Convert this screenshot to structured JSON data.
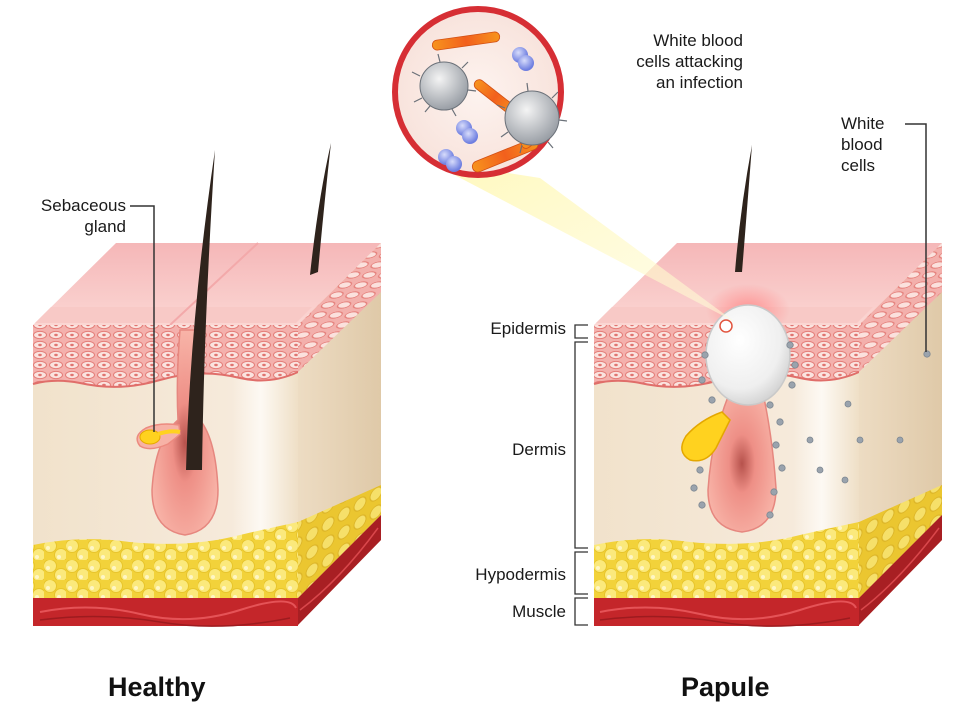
{
  "labels": {
    "sebaceous_gland": "Sebaceous\ngland",
    "wbc_attacking": "White blood\ncells attacking\nan infection",
    "white_blood_cells": "White\nblood\ncells",
    "epidermis": "Epidermis",
    "dermis": "Dermis",
    "hypodermis": "Hypodermis",
    "muscle": "Muscle"
  },
  "captions": {
    "left": "Healthy",
    "right": "Papule"
  },
  "colors": {
    "skin_surface": "#f7c3c3",
    "epidermis_cells": "#f4a3a0",
    "dermis": "#f3e5cf",
    "fat": "#f9e46a",
    "muscle": "#c4262a",
    "hair": "#2e231c",
    "follicle": "#f6a89a",
    "pus": "#f2f2f2",
    "inset_ring": "#d62e34"
  }
}
